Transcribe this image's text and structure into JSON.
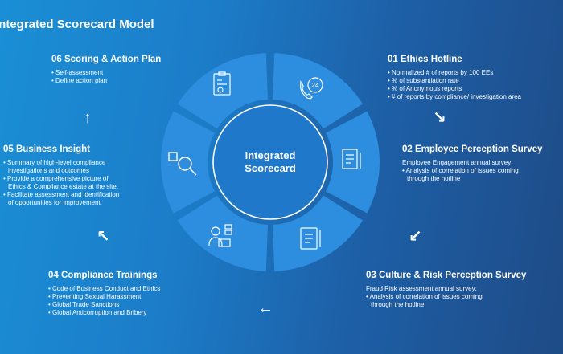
{
  "title": "Integrated Scorecard Model",
  "center": {
    "line1": "Integrated",
    "line2": "Scorecard"
  },
  "sections": {
    "s06": {
      "heading": "06 Scoring & Action Plan",
      "items": [
        "Self-assessment",
        "Define action plan"
      ]
    },
    "s01": {
      "heading": "01 Ethics Hotline",
      "items": [
        "Normalized # of reports by 100 EEs",
        "% of substantiation rate",
        "% of Anonymous reports",
        "# of reports by compliance/ investigation area"
      ]
    },
    "s05": {
      "heading": "05 Business Insight",
      "items": [
        "Summary of high-level compliance",
        "investigations and outcomes",
        "Provide a comprehensive picture of",
        "Ethics  & Compliance estate at the site.",
        "Facilitate assessment and identification",
        "of opportunities for improvement."
      ]
    },
    "s02": {
      "heading": "02 Employee Perception Survey",
      "lead": "Employee Engagement annual survey:",
      "items": [
        "Analysis of correlation of issues coming",
        "through the hotline"
      ]
    },
    "s04": {
      "heading": "04 Compliance Trainings",
      "items": [
        "Code of Business Conduct and Ethics",
        "Preventing Sexual Harassment",
        "Global Trade Sanctions",
        "Global Anticorruption and Bribery"
      ]
    },
    "s03": {
      "heading": "03 Culture & Risk Perception Survey",
      "lead": "Fraud Risk assessment annual survey:",
      "items": [
        "Analysis of correlation of issues coming",
        "through the hotline"
      ]
    }
  },
  "icons": {
    "seg_top_left": "clipboard-icon",
    "seg_top_right": "phone-24-icon",
    "seg_right": "document-pen-icon",
    "seg_bottom_right": "checklist-pen-icon",
    "seg_bottom_left": "person-laptop-icon",
    "seg_left": "magnifier-icon"
  },
  "arrows": {
    "a1": "↘",
    "a2": "↙",
    "a3": "←",
    "a4": "↖",
    "a5": "↑"
  },
  "colors": {
    "segment": "#2d8ee0",
    "segment_light": "#3b9be8",
    "center": "#1f78c9",
    "ring": "#ffffff"
  }
}
